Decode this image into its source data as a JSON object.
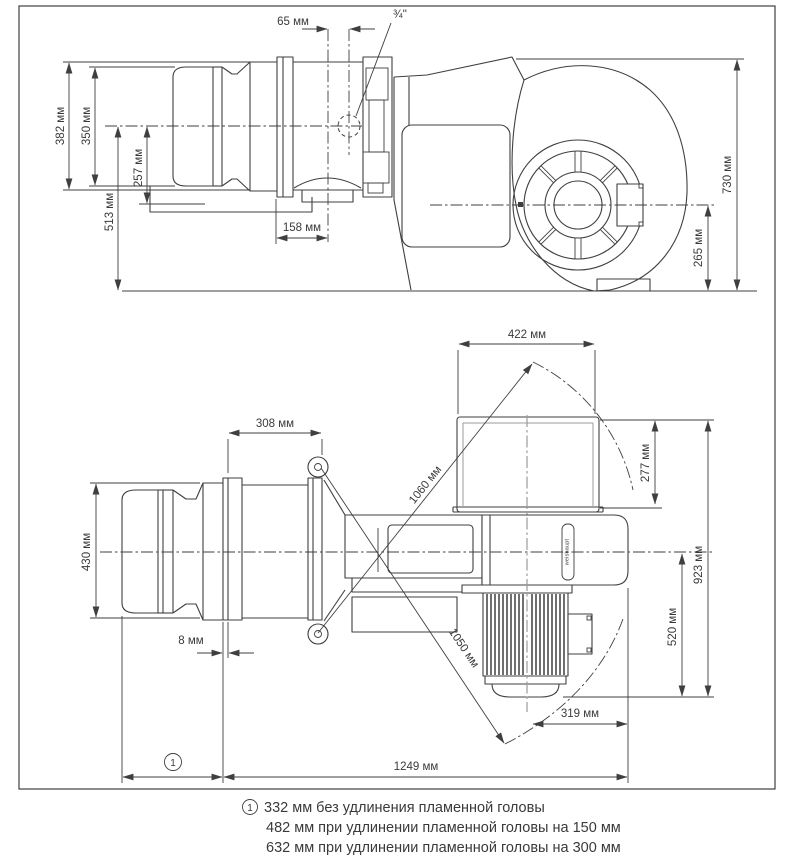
{
  "drawing": {
    "brand": "weishaupt",
    "side_view": {
      "dims": {
        "d65": "65 мм",
        "gas_connection": "¾''",
        "d382": "382 мм",
        "d350": "350 мм",
        "d257": "257 мм",
        "d513": "513 мм",
        "d158": "158 мм",
        "d730": "730 мм",
        "d265": "265 мм"
      }
    },
    "plan_view": {
      "dims": {
        "d422": "422 мм",
        "d308": "308 мм",
        "d430": "430 мм",
        "d8": "8 мм",
        "d277": "277 мм",
        "d923": "923 мм",
        "d520": "520 мм",
        "d319": "319 мм",
        "d1249": "1249 мм",
        "d1060": "1060 мм",
        "d1050": "1050 мм",
        "callout": "1"
      }
    },
    "footnote": {
      "symbol": "1",
      "line1": "332 мм без удлинения пламенной головы",
      "line2": "482 мм при удлинении пламенной головы на 150 мм",
      "line3": "632 мм при удлинении пламенной головы на 300 мм"
    }
  }
}
